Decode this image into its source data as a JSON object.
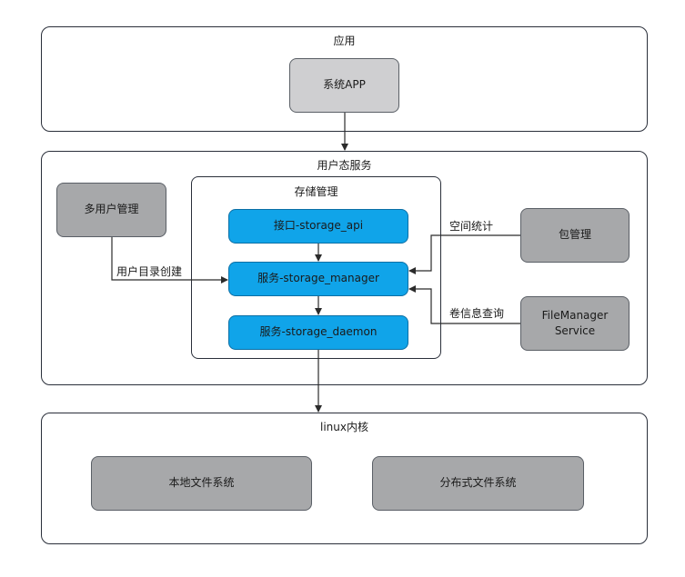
{
  "layers": {
    "app": {
      "title": "应用"
    },
    "userspace": {
      "title": "用户态服务"
    },
    "kernel": {
      "title": "linux内核"
    }
  },
  "storage_group": {
    "title": "存储管理"
  },
  "nodes": {
    "system_app": "系统APP",
    "multi_user": "多用户管理",
    "storage_api": "接口-storage_api",
    "storage_manager": "服务-storage_manager",
    "storage_daemon": "服务-storage_daemon",
    "package_manager": "包管理",
    "file_manager_service": "FileManager\nService",
    "local_fs": "本地文件系统",
    "distributed_fs": "分布式文件系统"
  },
  "edge_labels": {
    "user_dir_create": "用户目录创建",
    "space_stats": "空间统计",
    "volume_query": "卷信息查询"
  },
  "colors": {
    "layer_border": "#2a2f3a",
    "gray_box": "#a7a8aa",
    "light_gray_box": "#cfcfd1",
    "blue_box": "#10a4e9",
    "line": "#2b2b2b"
  }
}
